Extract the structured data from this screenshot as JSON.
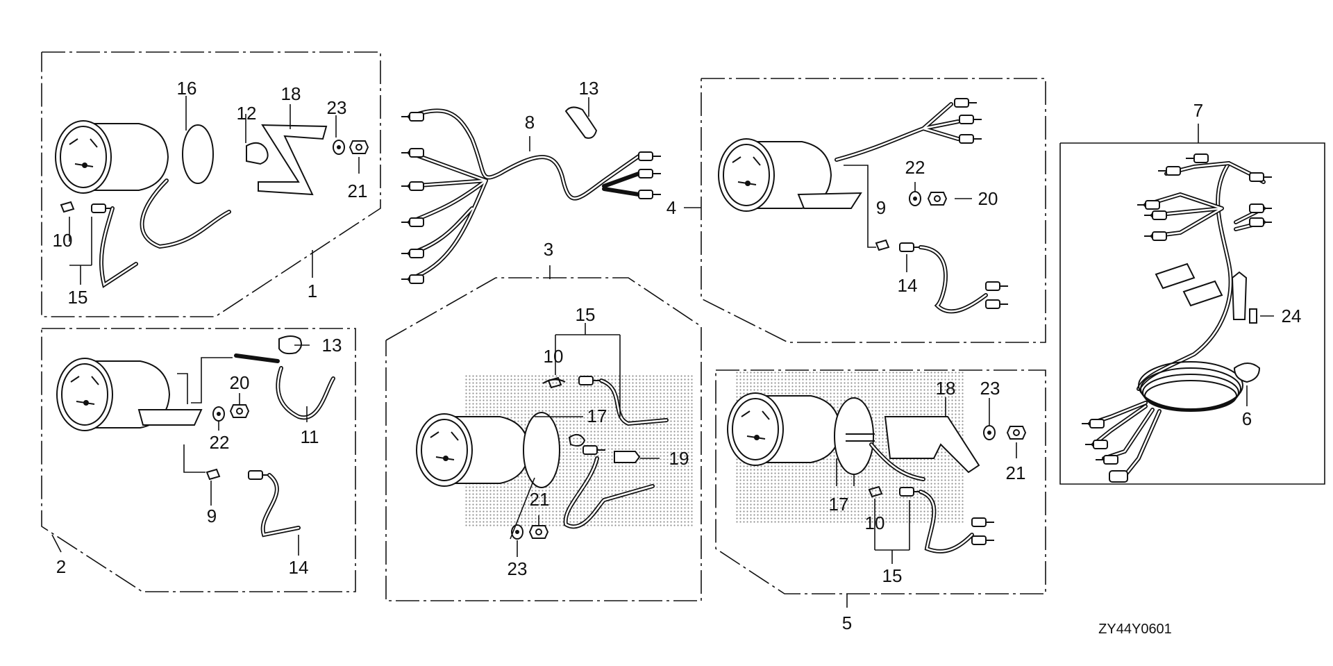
{
  "diagram_code": "ZY44Y0601",
  "callouts": {
    "g1": {
      "assembly": "1",
      "c16": "16",
      "c18": "18",
      "c12": "12",
      "c23": "23",
      "c21": "21",
      "c10": "10",
      "c15": "15"
    },
    "g2": {
      "assembly": "2",
      "c13": "13",
      "c20": "20",
      "c22": "22",
      "c11": "11",
      "c9": "9",
      "c14": "14"
    },
    "g8": {
      "c8": "8",
      "c13": "13"
    },
    "g3": {
      "assembly": "3",
      "c15": "15",
      "c10": "10",
      "c17": "17",
      "c19": "19",
      "c21": "21",
      "c23": "23"
    },
    "g4": {
      "assembly": "4",
      "c22": "22",
      "c20": "20",
      "c9": "9",
      "c14": "14"
    },
    "g5": {
      "assembly": "5",
      "c18": "18",
      "c23": "23",
      "c21": "21",
      "c17": "17",
      "c10": "10",
      "c15": "15"
    },
    "g7": {
      "assembly": "7",
      "c24": "24",
      "c6": "6"
    }
  }
}
